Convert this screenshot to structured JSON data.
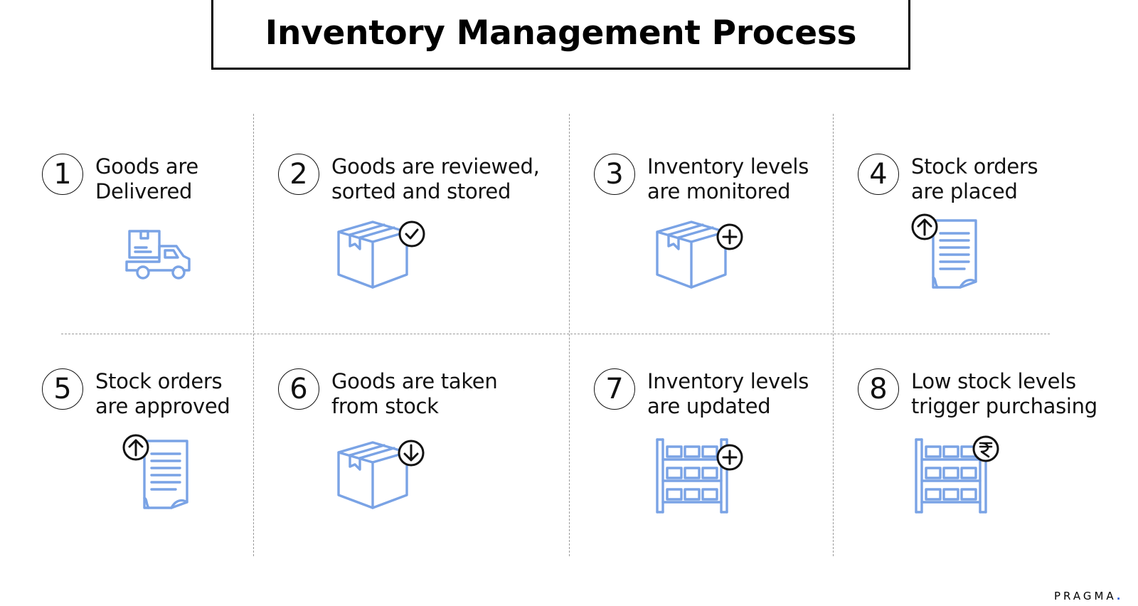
{
  "title": "Inventory Management Process",
  "accent_color": "#7aa3e5",
  "steps": [
    {
      "number": "1",
      "line1": "Goods are",
      "line2": "Delivered",
      "icon": "delivery-truck-icon"
    },
    {
      "number": "2",
      "line1": "Goods are reviewed,",
      "line2": "sorted and stored",
      "icon": "box-check-icon"
    },
    {
      "number": "3",
      "line1": "Inventory levels",
      "line2": "are monitored",
      "icon": "box-plus-icon"
    },
    {
      "number": "4",
      "line1": "Stock orders",
      "line2": "are placed",
      "icon": "document-upload-icon"
    },
    {
      "number": "5",
      "line1": "Stock orders",
      "line2": "are approved",
      "icon": "document-upload-icon"
    },
    {
      "number": "6",
      "line1": "Goods are taken",
      "line2": "from stock",
      "icon": "box-download-icon"
    },
    {
      "number": "7",
      "line1": "Inventory levels",
      "line2": "are updated",
      "icon": "shelf-plus-icon"
    },
    {
      "number": "8",
      "line1": "Low stock levels",
      "line2": "trigger purchasing",
      "icon": "shelf-rupee-icon"
    }
  ],
  "brand": {
    "name": "PRAGMA",
    "dot": "."
  }
}
